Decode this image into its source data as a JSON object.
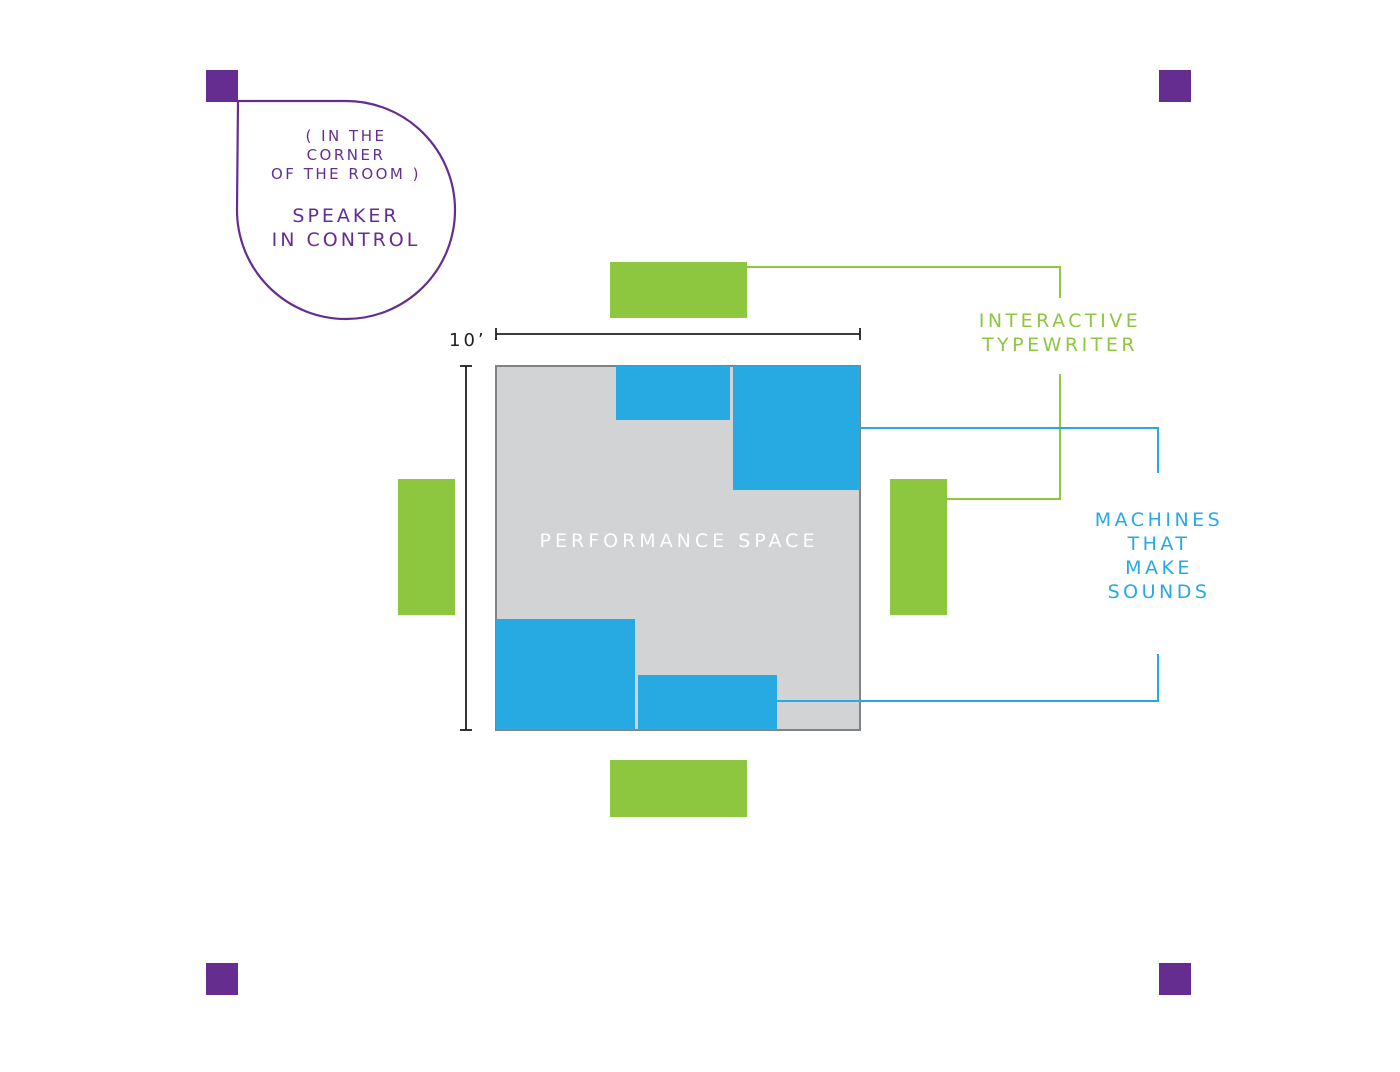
{
  "colors": {
    "speaker": "#662d91",
    "typewriter": "#8dc63f",
    "machine": "#27aae1",
    "space": "#d1d3d4",
    "space_border": "#808285",
    "dimension": "#231f20",
    "space_text": "#ffffff"
  },
  "speaker": {
    "note_lines": [
      "( IN THE",
      "CORNER",
      "OF THE ROOM )"
    ],
    "label_lines": [
      "SPEAKER",
      "IN CONTROL"
    ]
  },
  "performance_space": {
    "label": "PERFORMANCE SPACE",
    "dimension": "10’"
  },
  "typewriter": {
    "label_lines": [
      "INTERACTIVE",
      "TYPEWRITER"
    ]
  },
  "machines": {
    "label_lines": [
      "MACHINES",
      "THAT",
      "MAKE",
      "SOUNDS"
    ]
  },
  "icons": {
    "corner_marker": "square-icon"
  }
}
